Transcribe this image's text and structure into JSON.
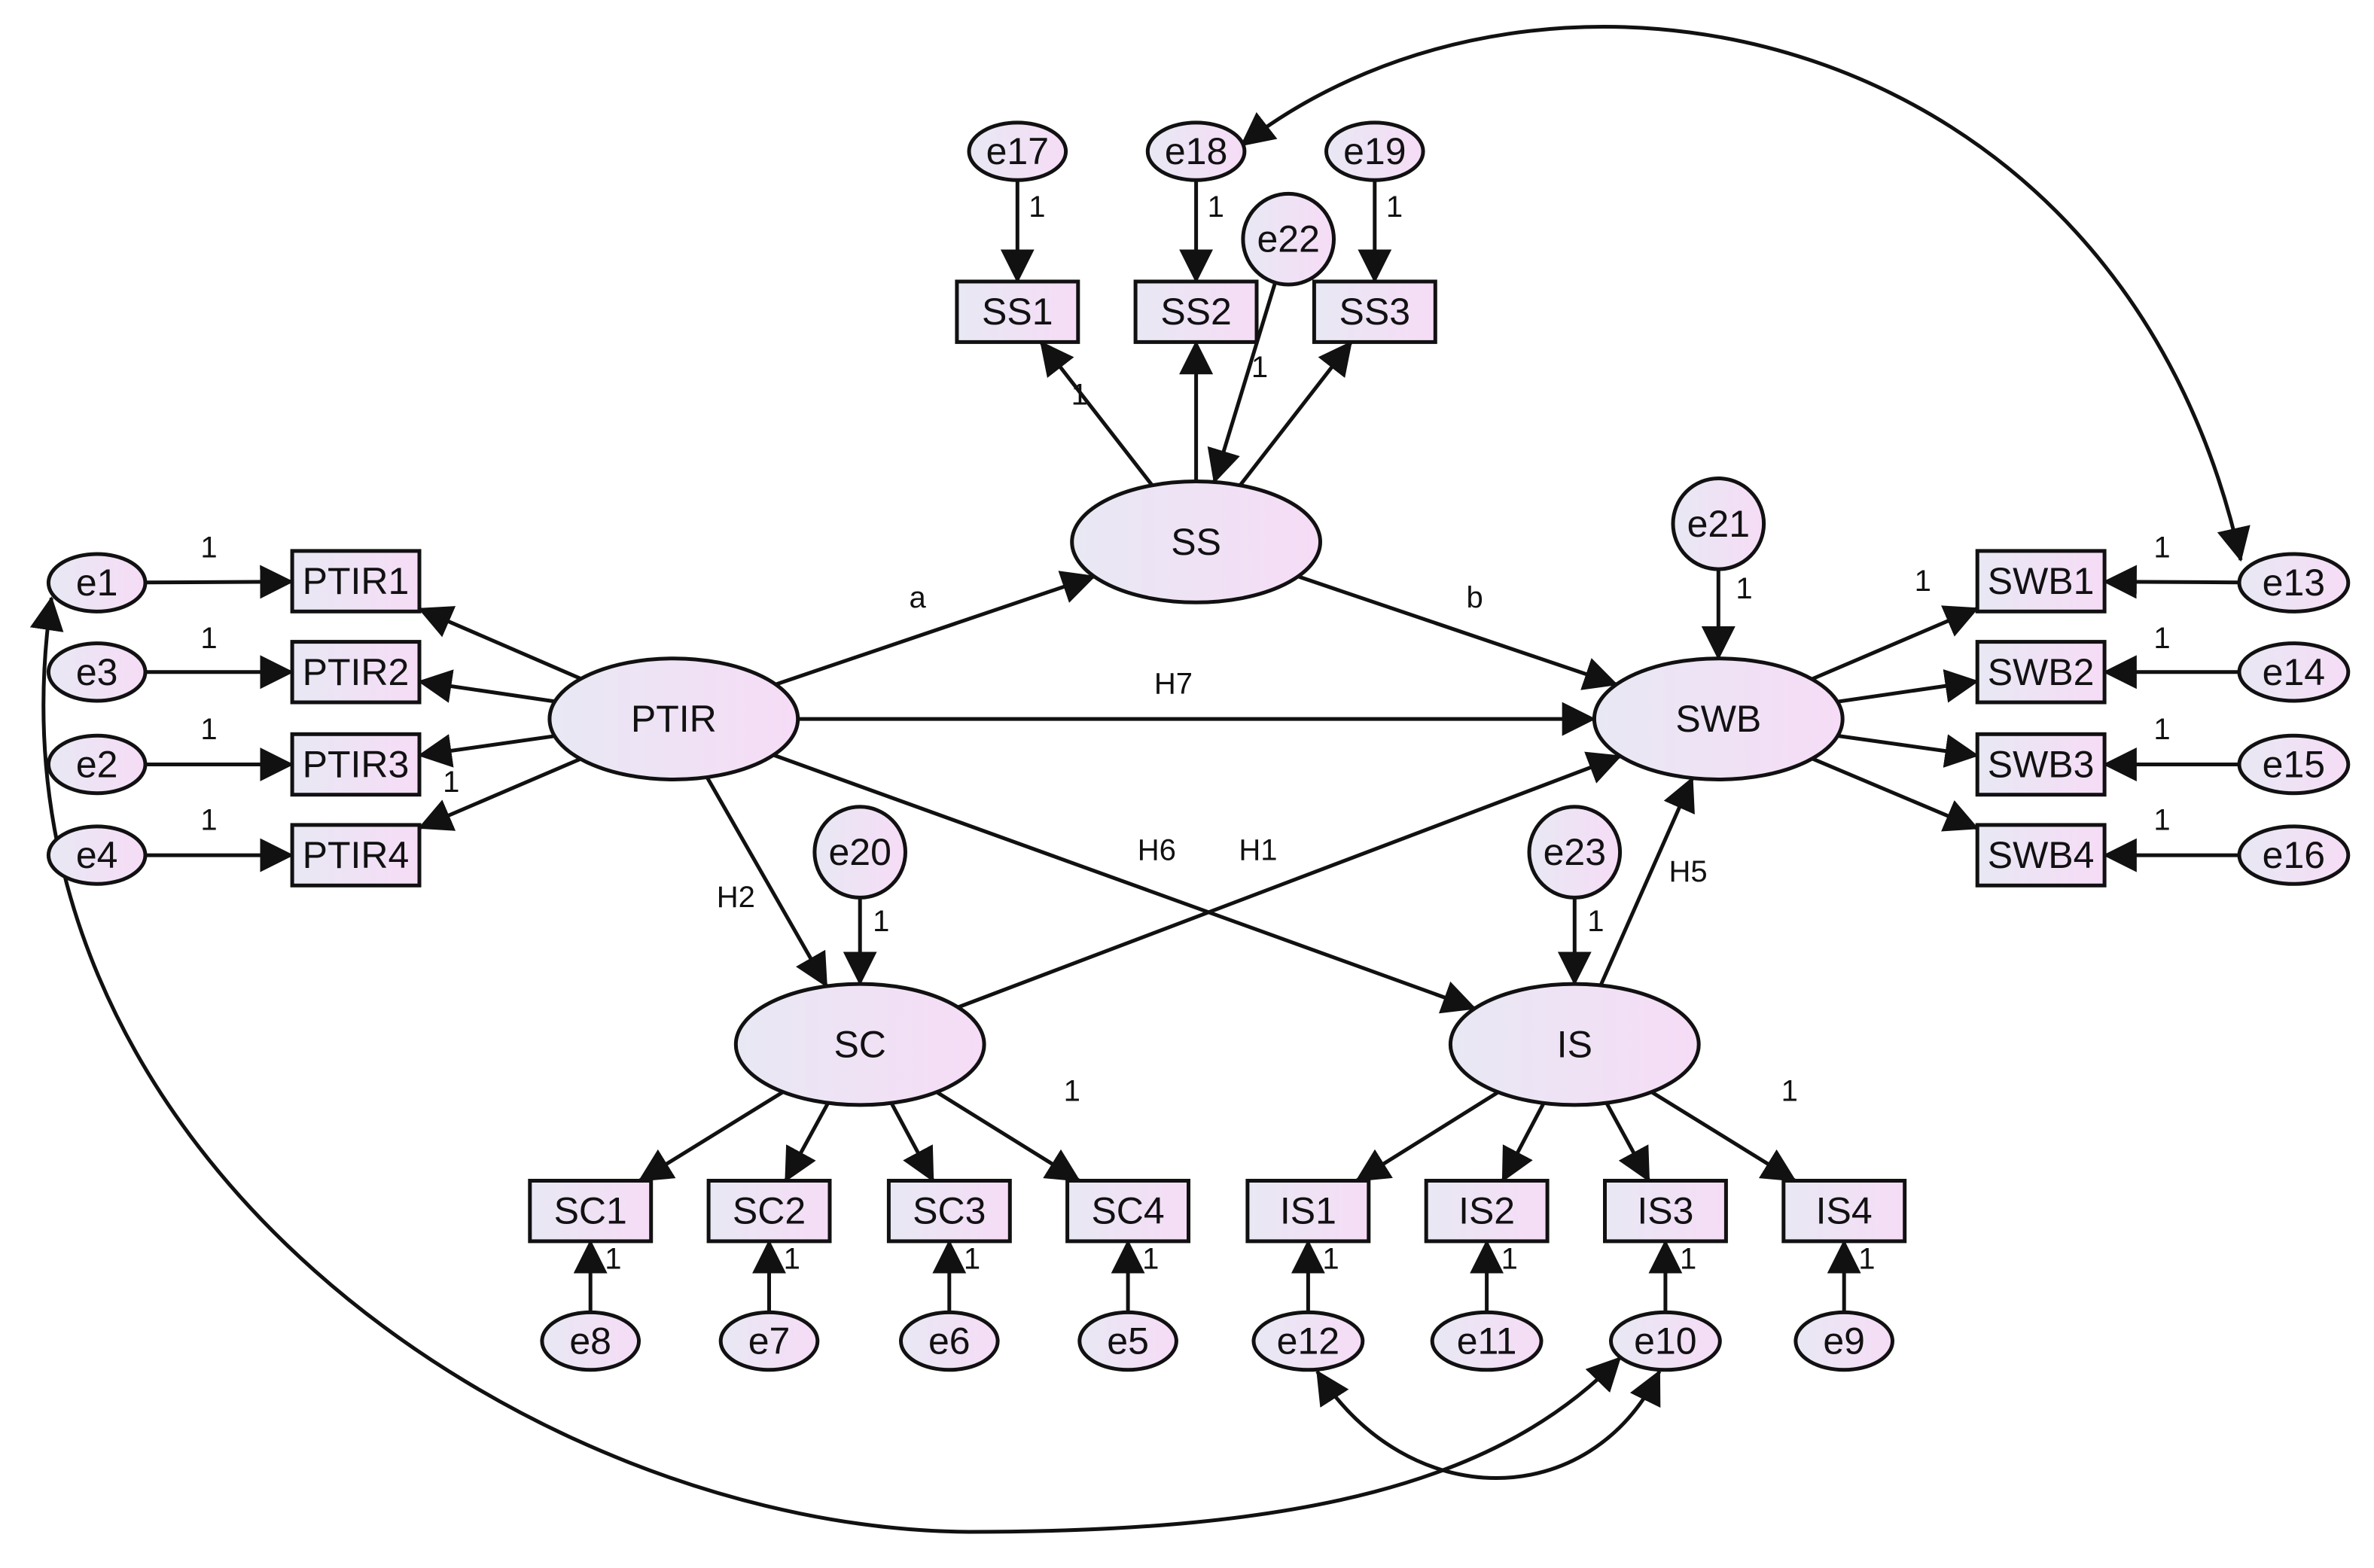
{
  "colors": {
    "fill_start": "#e8e8f4",
    "fill_end": "#f6dcf6",
    "stroke": "#111111",
    "background": "#ffffff"
  },
  "latent_variables": [
    "PTIR",
    "SS",
    "SWB",
    "SC",
    "IS"
  ],
  "indicators": [
    "PTIR1",
    "PTIR2",
    "PTIR3",
    "PTIR4",
    "SS1",
    "SS2",
    "SS3",
    "SWB1",
    "SWB2",
    "SWB3",
    "SWB4",
    "SC1",
    "SC2",
    "SC3",
    "SC4",
    "IS1",
    "IS2",
    "IS3",
    "IS4"
  ],
  "error_terms": [
    "e1",
    "e2",
    "e3",
    "e4",
    "e5",
    "e6",
    "e7",
    "e8",
    "e9",
    "e10",
    "e11",
    "e12",
    "e13",
    "e14",
    "e15",
    "e16",
    "e17",
    "e18",
    "e19",
    "e20",
    "e21",
    "e22",
    "e23"
  ],
  "structural_paths": [
    {
      "from": "PTIR",
      "to": "SS",
      "label": "a"
    },
    {
      "from": "SS",
      "to": "SWB",
      "label": "b"
    },
    {
      "from": "PTIR",
      "to": "SWB",
      "label": "H7"
    },
    {
      "from": "PTIR",
      "to": "SC",
      "label": "H2"
    },
    {
      "from": "PTIR",
      "to": "IS",
      "label": "H6"
    },
    {
      "from": "SC",
      "to": "SWB",
      "label": "H1"
    },
    {
      "from": "IS",
      "to": "SWB",
      "label": "H5"
    }
  ],
  "loadings": [
    {
      "from": "PTIR",
      "to": "PTIR1",
      "label": ""
    },
    {
      "from": "PTIR",
      "to": "PTIR2",
      "label": ""
    },
    {
      "from": "PTIR",
      "to": "PTIR3",
      "label": ""
    },
    {
      "from": "PTIR",
      "to": "PTIR4",
      "label": "1"
    },
    {
      "from": "SS",
      "to": "SS1",
      "label": "1"
    },
    {
      "from": "SS",
      "to": "SS2",
      "label": ""
    },
    {
      "from": "SS",
      "to": "SS3",
      "label": ""
    },
    {
      "from": "SWB",
      "to": "SWB1",
      "label": "1"
    },
    {
      "from": "SWB",
      "to": "SWB2",
      "label": ""
    },
    {
      "from": "SWB",
      "to": "SWB3",
      "label": ""
    },
    {
      "from": "SWB",
      "to": "SWB4",
      "label": ""
    },
    {
      "from": "SC",
      "to": "SC1",
      "label": ""
    },
    {
      "from": "SC",
      "to": "SC2",
      "label": ""
    },
    {
      "from": "SC",
      "to": "SC3",
      "label": ""
    },
    {
      "from": "SC",
      "to": "SC4",
      "label": "1"
    },
    {
      "from": "IS",
      "to": "IS1",
      "label": ""
    },
    {
      "from": "IS",
      "to": "IS2",
      "label": ""
    },
    {
      "from": "IS",
      "to": "IS3",
      "label": ""
    },
    {
      "from": "IS",
      "to": "IS4",
      "label": "1"
    }
  ],
  "error_paths": [
    {
      "from": "e1",
      "to": "PTIR1",
      "label": "1"
    },
    {
      "from": "e3",
      "to": "PTIR2",
      "label": "1"
    },
    {
      "from": "e2",
      "to": "PTIR3",
      "label": "1"
    },
    {
      "from": "e4",
      "to": "PTIR4",
      "label": "1"
    },
    {
      "from": "e17",
      "to": "SS1",
      "label": "1"
    },
    {
      "from": "e18",
      "to": "SS2",
      "label": "1"
    },
    {
      "from": "e19",
      "to": "SS3",
      "label": "1"
    },
    {
      "from": "e22",
      "to": "SS",
      "label": "1"
    },
    {
      "from": "e21",
      "to": "SWB",
      "label": "1"
    },
    {
      "from": "e13",
      "to": "SWB1",
      "label": "1"
    },
    {
      "from": "e14",
      "to": "SWB2",
      "label": "1"
    },
    {
      "from": "e15",
      "to": "SWB3",
      "label": "1"
    },
    {
      "from": "e16",
      "to": "SWB4",
      "label": "1"
    },
    {
      "from": "e20",
      "to": "SC",
      "label": "1"
    },
    {
      "from": "e23",
      "to": "IS",
      "label": "1"
    },
    {
      "from": "e8",
      "to": "SC1",
      "label": "1"
    },
    {
      "from": "e7",
      "to": "SC2",
      "label": "1"
    },
    {
      "from": "e6",
      "to": "SC3",
      "label": "1"
    },
    {
      "from": "e5",
      "to": "SC4",
      "label": "1"
    },
    {
      "from": "e12",
      "to": "IS1",
      "label": "1"
    },
    {
      "from": "e11",
      "to": "IS2",
      "label": "1"
    },
    {
      "from": "e10",
      "to": "IS3",
      "label": "1"
    },
    {
      "from": "e9",
      "to": "IS4",
      "label": "1"
    }
  ],
  "covariances": [
    {
      "between": [
        "e18",
        "e13"
      ]
    },
    {
      "between": [
        "e1",
        "e10"
      ]
    },
    {
      "between": [
        "e12",
        "e10"
      ]
    }
  ]
}
